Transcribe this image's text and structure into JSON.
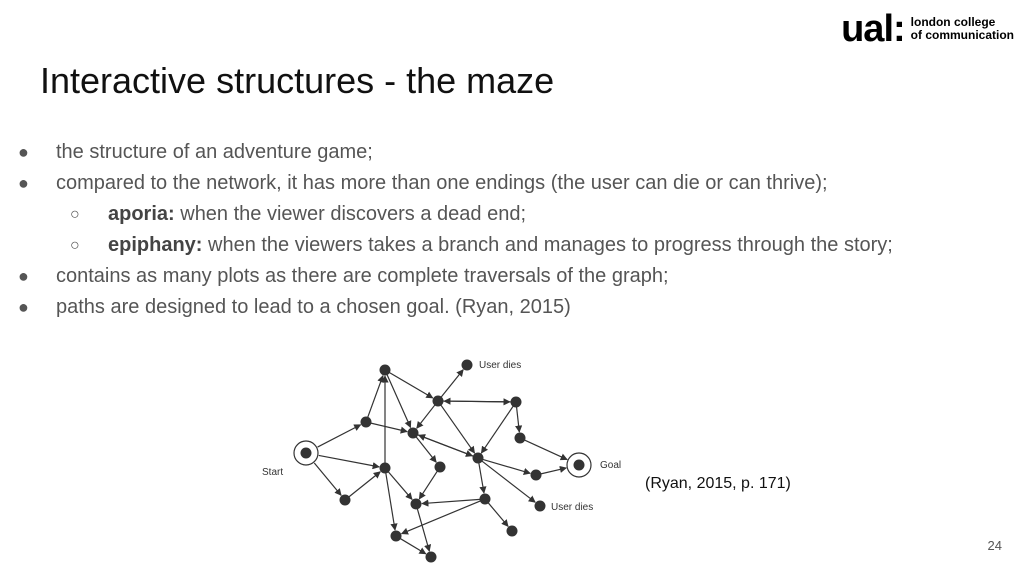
{
  "logo": {
    "mark": "ual:",
    "line1": "london college",
    "line2": "of communication"
  },
  "title": "Interactive structures - the maze",
  "bullets": [
    {
      "text": "the structure of an adventure game;"
    },
    {
      "text": "compared to the network, it has more than one endings (the user can die or can thrive);"
    },
    {
      "bold": "aporia:",
      "text": " when the viewer discovers a dead end;"
    },
    {
      "bold": "epiphany:",
      "text": " when the viewers takes a branch and manages to progress through the story;"
    },
    {
      "text": "contains as many plots as there are complete traversals of the graph;"
    },
    {
      "text": "paths are designed to lead to a chosen goal. (Ryan, 2015)"
    }
  ],
  "markers": {
    "level1": "●",
    "level2": "○"
  },
  "diagram": {
    "label_start": "Start",
    "label_goal": "Goal",
    "label_dies_1": "User dies",
    "label_dies_2": "User dies"
  },
  "caption": "(Ryan, 2015, p. 171)",
  "page_number": "24"
}
